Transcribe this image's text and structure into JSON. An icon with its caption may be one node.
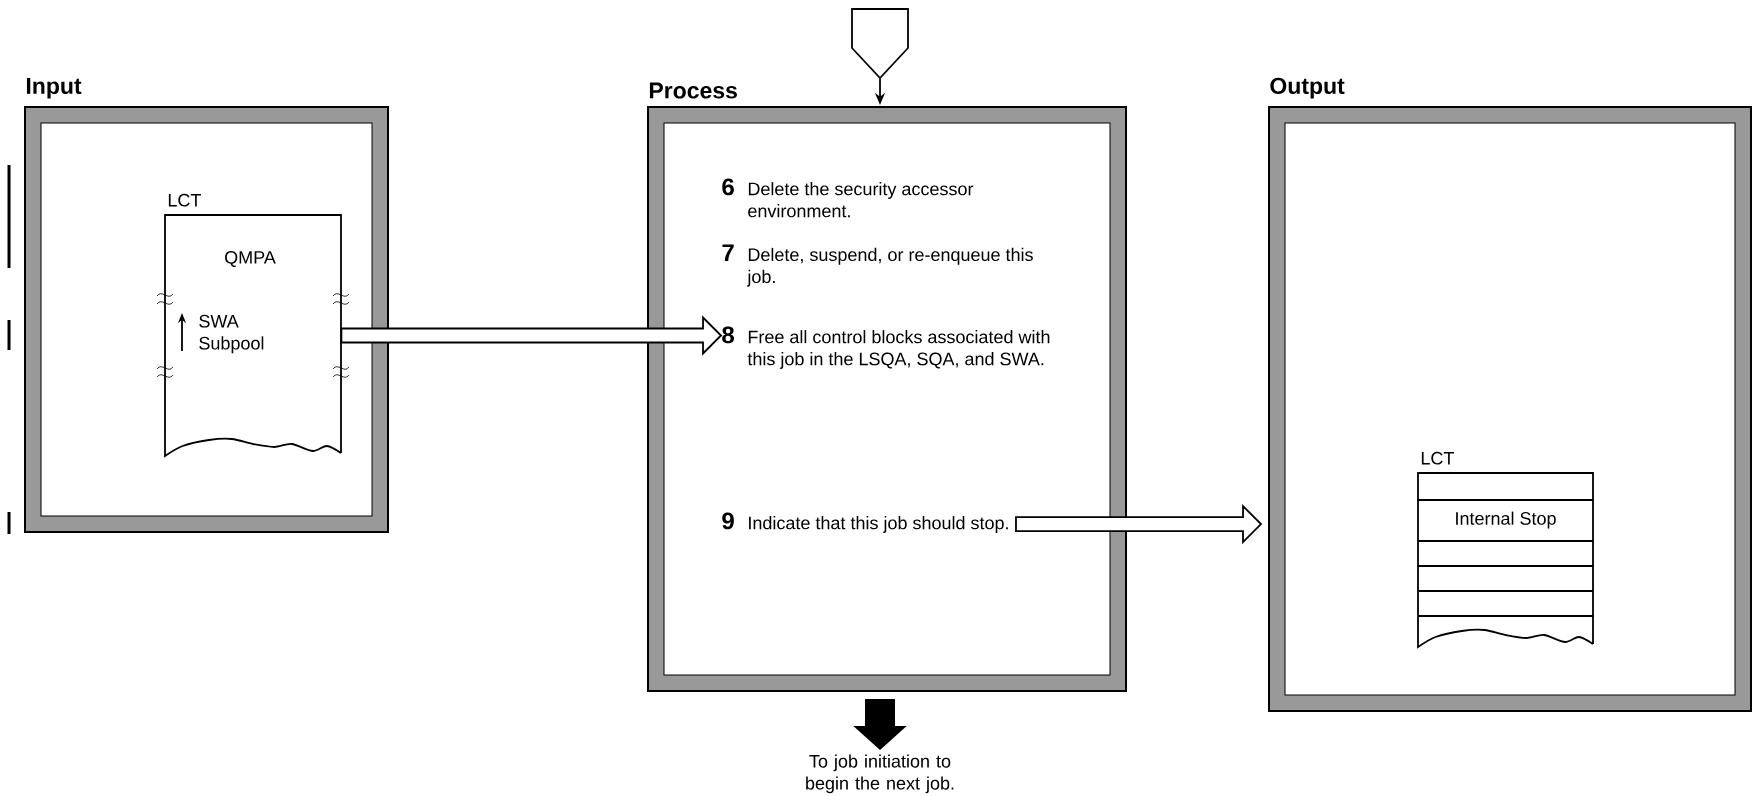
{
  "diagram": {
    "nodes": [
      {
        "text": [
          "Input"
        ]
      },
      {
        "text": [
          "LCT",
          "QMPA",
          "SWA Subpool"
        ],
        "in": 0
      },
      {
        "text": [
          "Process"
        ]
      },
      {
        "text": [
          "6",
          "Delete the security accessor environment."
        ],
        "in": 2
      },
      {
        "text": [
          "7",
          "Delete, suspend, or re-enqueue this job."
        ],
        "in": 2
      },
      {
        "text": [
          "8",
          "Free all control blocks associated with this job in the LSQA, SQA, and SWA."
        ],
        "in": 2
      },
      {
        "text": [
          "9",
          "Indicate that this job should stop."
        ],
        "in": 2
      },
      {
        "text": [
          "Output"
        ]
      },
      {
        "text": [
          "LCT",
          "Internal Stop"
        ],
        "in": 7
      },
      {
        "text": [],
        "shape": "pentagon"
      },
      {
        "text": [
          "To job initiation to begin the next job."
        ]
      }
    ],
    "edges": [
      {
        "from": 1,
        "to": 5,
        "arrow": "to",
        "style": "thick"
      },
      {
        "from": 6,
        "to": 7,
        "arrow": "to",
        "style": "thick"
      },
      {
        "from": 9,
        "to": 2,
        "arrow": "to"
      },
      {
        "from": 2,
        "to": 10,
        "arrow": "to",
        "style": "thick"
      }
    ]
  }
}
